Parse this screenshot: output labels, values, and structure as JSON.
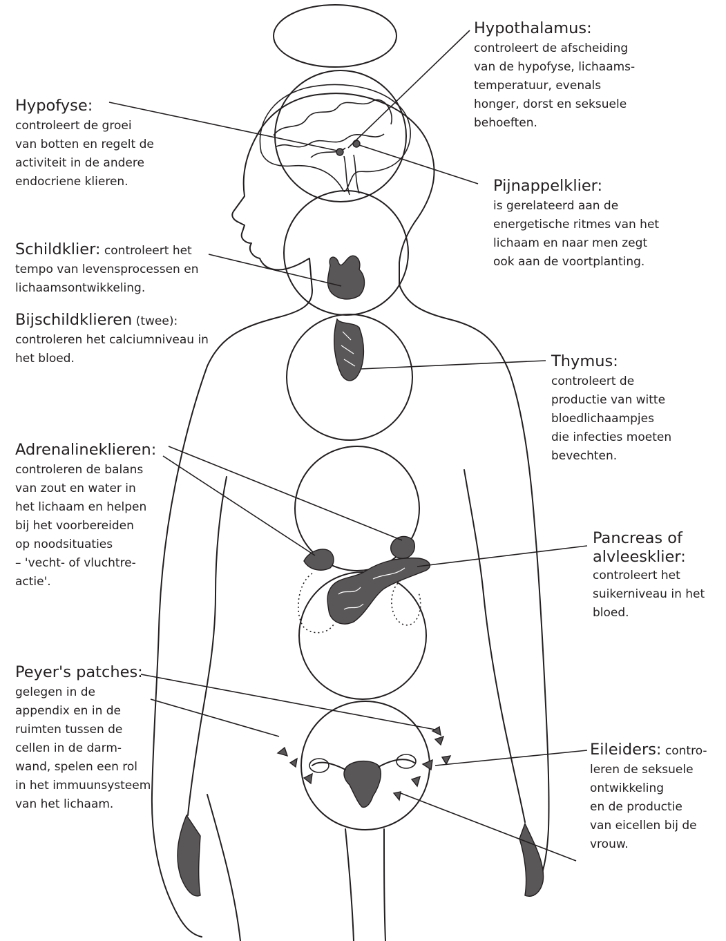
{
  "colors": {
    "ink": "#231f20",
    "gland_fill": "#5a5758",
    "background": "#ffffff"
  },
  "labels": {
    "hypothalamus": {
      "title": "Hypothalamus:",
      "lines": [
        "controleert de afscheiding",
        "van de hypofyse, lichaams-",
        "temperatuur, evenals",
        "honger, dorst en seksuele",
        "behoeften."
      ]
    },
    "hypofyse": {
      "title": "Hypofyse:",
      "lines": [
        "controleert de groei",
        "van botten en regelt de",
        "activiteit in de andere",
        "endocriene klieren."
      ]
    },
    "pijnappelklier": {
      "title": "Pijnappelklier:",
      "lines": [
        "is gerelateerd aan de",
        "energetische ritmes van het",
        "lichaam en naar men zegt",
        "ook aan de voortplanting."
      ]
    },
    "schildklier": {
      "title": "Schildklier:",
      "inline": " controleert het",
      "lines": [
        "tempo van levensprocessen en",
        "lichaamsontwikkeling."
      ]
    },
    "bijschildklieren": {
      "title": "Bijschildklieren",
      "note": " (twee):",
      "lines": [
        "controleren het calciumniveau in",
        "het bloed."
      ]
    },
    "thymus": {
      "title": "Thymus:",
      "lines": [
        "controleert de",
        "productie van witte",
        "bloedlichaampjes",
        "die infecties moeten",
        "bevechten."
      ]
    },
    "adrenalineklieren": {
      "title": "Adrenalineklieren:",
      "lines": [
        "controleren de balans",
        "van zout en water in",
        "het lichaam en helpen",
        "bij het voorbereiden",
        "op noodsituaties",
        "– 'vecht- of vluchtre-",
        "actie'."
      ]
    },
    "pancreas": {
      "title_lines": [
        "Pancreas of",
        "alvleesklier:"
      ],
      "lines": [
        "controleert het",
        "suikerniveau in het",
        "bloed."
      ]
    },
    "peyers_patches": {
      "title": "Peyer's patches:",
      "lines": [
        "gelegen in de",
        "appendix en in de",
        "ruimten tussen de",
        "cellen in de darm-",
        "wand, spelen een rol",
        "in het immuunsysteem",
        "van het lichaam."
      ]
    },
    "eileiders": {
      "title": "Eileiders:",
      "inline": " contro-",
      "lines": [
        "leren de seksuele",
        "ontwikkeling",
        "en de productie",
        "van eicellen bij de",
        "vrouw."
      ]
    }
  }
}
